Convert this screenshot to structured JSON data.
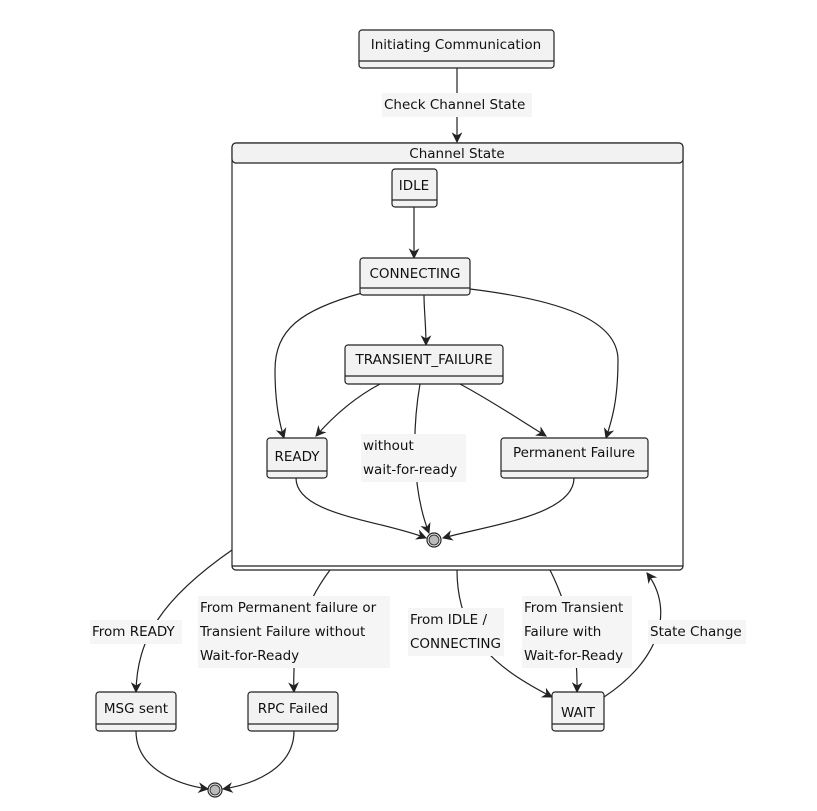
{
  "diagram": {
    "nodes": {
      "initiating": "Initiating Communication",
      "idle": "IDLE",
      "connecting": "CONNECTING",
      "transient_failure": "TRANSIENT_FAILURE",
      "ready": "READY",
      "permanent_failure": "Permanent Failure",
      "msg_sent": "MSG sent",
      "rpc_failed": "RPC Failed",
      "wait": "WAIT"
    },
    "cluster_title": "Channel State",
    "edge_labels": {
      "check_channel_state": "Check Channel State",
      "without_wait_line1": "without",
      "without_wait_line2": "wait-for-ready",
      "from_ready": "From READY",
      "from_permanent_line1": "From Permanent failure or",
      "from_permanent_line2": "Transient Failure without",
      "from_permanent_line3": "Wait-for-Ready",
      "from_idle_line1": "From IDLE /",
      "from_idle_line2": "CONNECTING",
      "from_transient_line1": "From Transient",
      "from_transient_line2": "Failure with",
      "from_transient_line3": "Wait-for-Ready",
      "state_change": "State Change"
    }
  }
}
